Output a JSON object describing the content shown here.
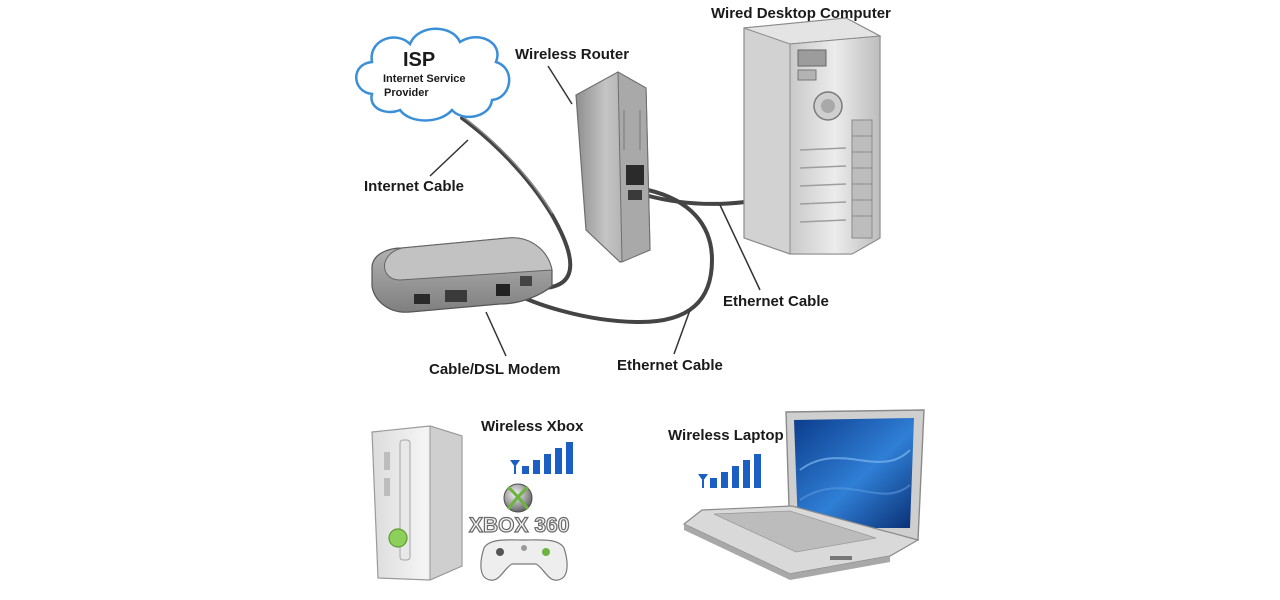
{
  "title": "",
  "labels": {
    "isp_title": "ISP",
    "isp_line1": "Internet Service",
    "isp_line2": "Provider",
    "wireless_router": "Wireless Router",
    "wired_desktop": "Wired Desktop Computer",
    "internet_cable": "Internet Cable",
    "ethernet_cable_1": "Ethernet Cable",
    "ethernet_cable_2": "Ethernet Cable",
    "modem": "Cable/DSL Modem",
    "wireless_xbox": "Wireless Xbox",
    "wireless_laptop": "Wireless Laptop",
    "xbox_brand": "XBOX 360"
  },
  "colors": {
    "signal_bars": "#1b5fc4",
    "cable": "#444444",
    "cloud_outline": "#3a8fd8",
    "xbox_green": "#6cb33f"
  },
  "icons": [
    "cloud-icon",
    "router-icon",
    "desktop-tower-icon",
    "modem-icon",
    "xbox-console-icon",
    "xbox-logo-icon",
    "controller-icon",
    "laptop-icon",
    "wifi-signal-icon"
  ]
}
